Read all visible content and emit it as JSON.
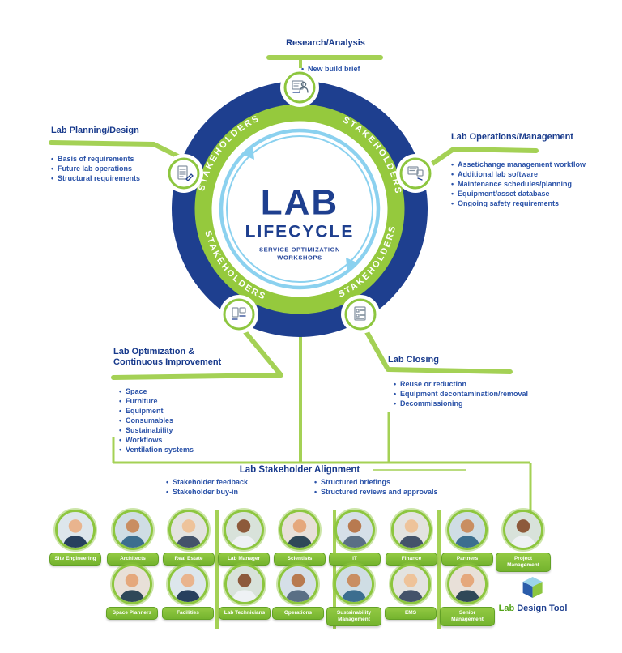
{
  "diagram": {
    "center": {
      "title": "LAB",
      "subtitle": "LIFECYCLE",
      "tagline_line1": "SERVICE OPTIMIZATION",
      "tagline_line2": "WORKSHOPS"
    },
    "ring_label": "STAKEHOLDERS",
    "sections": [
      {
        "id": "research",
        "heading": "Research/Analysis",
        "bullets": [
          "New build brief"
        ]
      },
      {
        "id": "planning",
        "heading": "Lab Planning/Design",
        "bullets": [
          "Basis of requirements",
          "Future lab operations",
          "Structural requirements"
        ]
      },
      {
        "id": "operations",
        "heading": "Lab Operations/Management",
        "bullets": [
          "Asset/change management workflow",
          "Additional lab software",
          "Maintenance schedules/planning",
          "Equipment/asset database",
          "Ongoing safety requirements"
        ]
      },
      {
        "id": "optimization",
        "heading_line1": "Lab Optimization &",
        "heading_line2": "Continuous Improvement",
        "bullets": [
          "Space",
          "Furniture",
          "Equipment",
          "Consumables",
          "Sustainability",
          "Workflows",
          "Ventilation systems"
        ]
      },
      {
        "id": "closing",
        "heading": "Lab Closing",
        "bullets": [
          "Reuse or reduction",
          "Equipment decontamination/removal",
          "Decommissioning"
        ]
      }
    ],
    "alignment": {
      "heading": "Lab Stakeholder Alignment",
      "left_bullets": [
        "Stakeholder feedback",
        "Stakeholder buy-in"
      ],
      "right_bullets": [
        "Structured briefings",
        "Structured reviews and approvals"
      ]
    }
  },
  "stakeholders": {
    "row1": [
      "Site Engineering",
      "Architects",
      "Real Estate",
      "Lab Manager",
      "Scientists",
      "IT",
      "Finance",
      "Partners",
      "Project Management"
    ],
    "row2": [
      "Space Planners",
      "Facilities",
      "Lab Technicians",
      "Operations",
      "Sustainability Management",
      "EMS",
      "Senior Management"
    ]
  },
  "logo": {
    "icon": "cube-icon",
    "text_word1": "Lab",
    "text_word2": "Design Tool"
  },
  "colors": {
    "navy": "#1e3f8f",
    "green": "#8dc63f",
    "light_green": "#a8d45f",
    "light_blue": "#8bd1ef",
    "text_blue": "#2a52a8"
  }
}
